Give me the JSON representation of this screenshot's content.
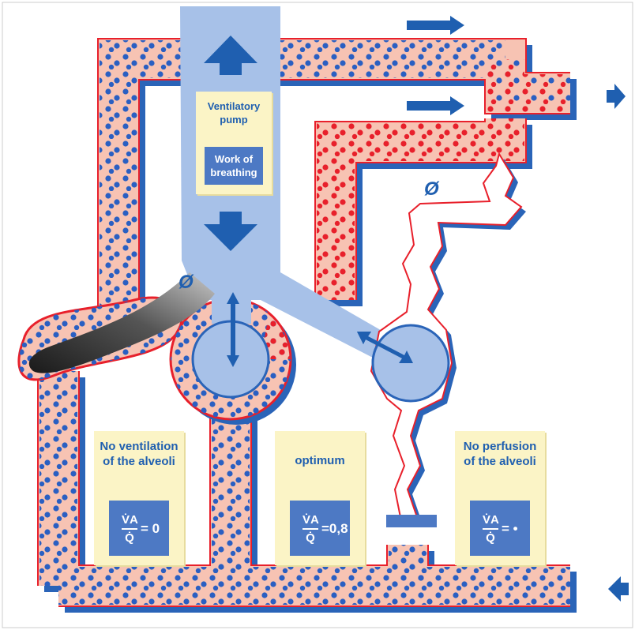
{
  "pump": {
    "title": "Ventilatory pump",
    "work": "Work of breathing"
  },
  "null_symbol": "Ø",
  "compartments": [
    {
      "title": "No ventilation of the alveoli",
      "ratio_num": "V̇A",
      "ratio_den": "Q̇",
      "ratio_value": "= 0"
    },
    {
      "title": "optimum",
      "ratio_num": "V̇A",
      "ratio_den": "Q̇",
      "ratio_value": "=0,8"
    },
    {
      "title": "No perfusion of the alveoli",
      "ratio_num": "V̇A",
      "ratio_den": "Q̇",
      "ratio_value": "= •"
    }
  ],
  "colors": {
    "airway": "#a7c1e8",
    "airway_arrow": "#1f5fb0",
    "vessel_fill": "#f7c3b3",
    "vessel_border": "#e8202b",
    "shadow": "#2a64b8",
    "note_bg": "#fbf4c6",
    "ratio_box": "#4d79c4"
  }
}
